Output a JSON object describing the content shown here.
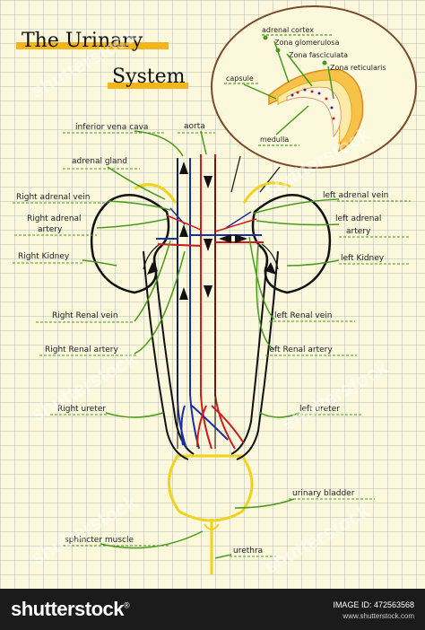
{
  "title": {
    "line1": "The Urinary",
    "line2": "System"
  },
  "inset": {
    "adrenal_cortex": "adrenal cortex",
    "zona_glomerulosa": "Zona glomerulosa",
    "zona_fasciculata": "Zona fasciculata",
    "zona_reticularis": "Zona reticularis",
    "capsule": "capsule",
    "medulla": "medulla"
  },
  "labels": {
    "inferior_vena_cava": "inferior vena cava",
    "aorta": "aorta",
    "adrenal_gland": "adrenal gland",
    "right_adrenal_vein": "Right adrenal vein",
    "left_adrenal_vein": "left adrenal vein",
    "right_adrenal_artery_1": "Right adrenal",
    "right_adrenal_artery_2": "artery",
    "left_adrenal_artery_1": "left adrenal",
    "left_adrenal_artery_2": "artery",
    "right_kidney": "Right Kidney",
    "left_kidney": "left Kidney",
    "right_renal_vein": "Right Renal vein",
    "left_renal_vein": "left Renal vein",
    "right_renal_artery": "Right Renal artery",
    "left_renal_artery": "left Renal artery",
    "right_ureter": "Right ureter",
    "left_ureter": "left ureter",
    "urinary_bladder": "urinary bladder",
    "sphincter_muscle": "sphincter muscle",
    "urethra": "urethra"
  },
  "watermark": "shutterstock",
  "footer": {
    "logo": "shutterstock",
    "image_id": "IMAGE ID: 472563568",
    "site": "www.shutterstock.com"
  },
  "colors": {
    "paper": "#fbf8dc",
    "vein_blue": "#1a2fa0",
    "artery_red": "#d11a1a",
    "leader_green": "#4a9a1a",
    "adrenal_yellow": "#f2d21a",
    "inset_border": "#7a4a2a",
    "footer_bg": "#1b1b1b"
  }
}
